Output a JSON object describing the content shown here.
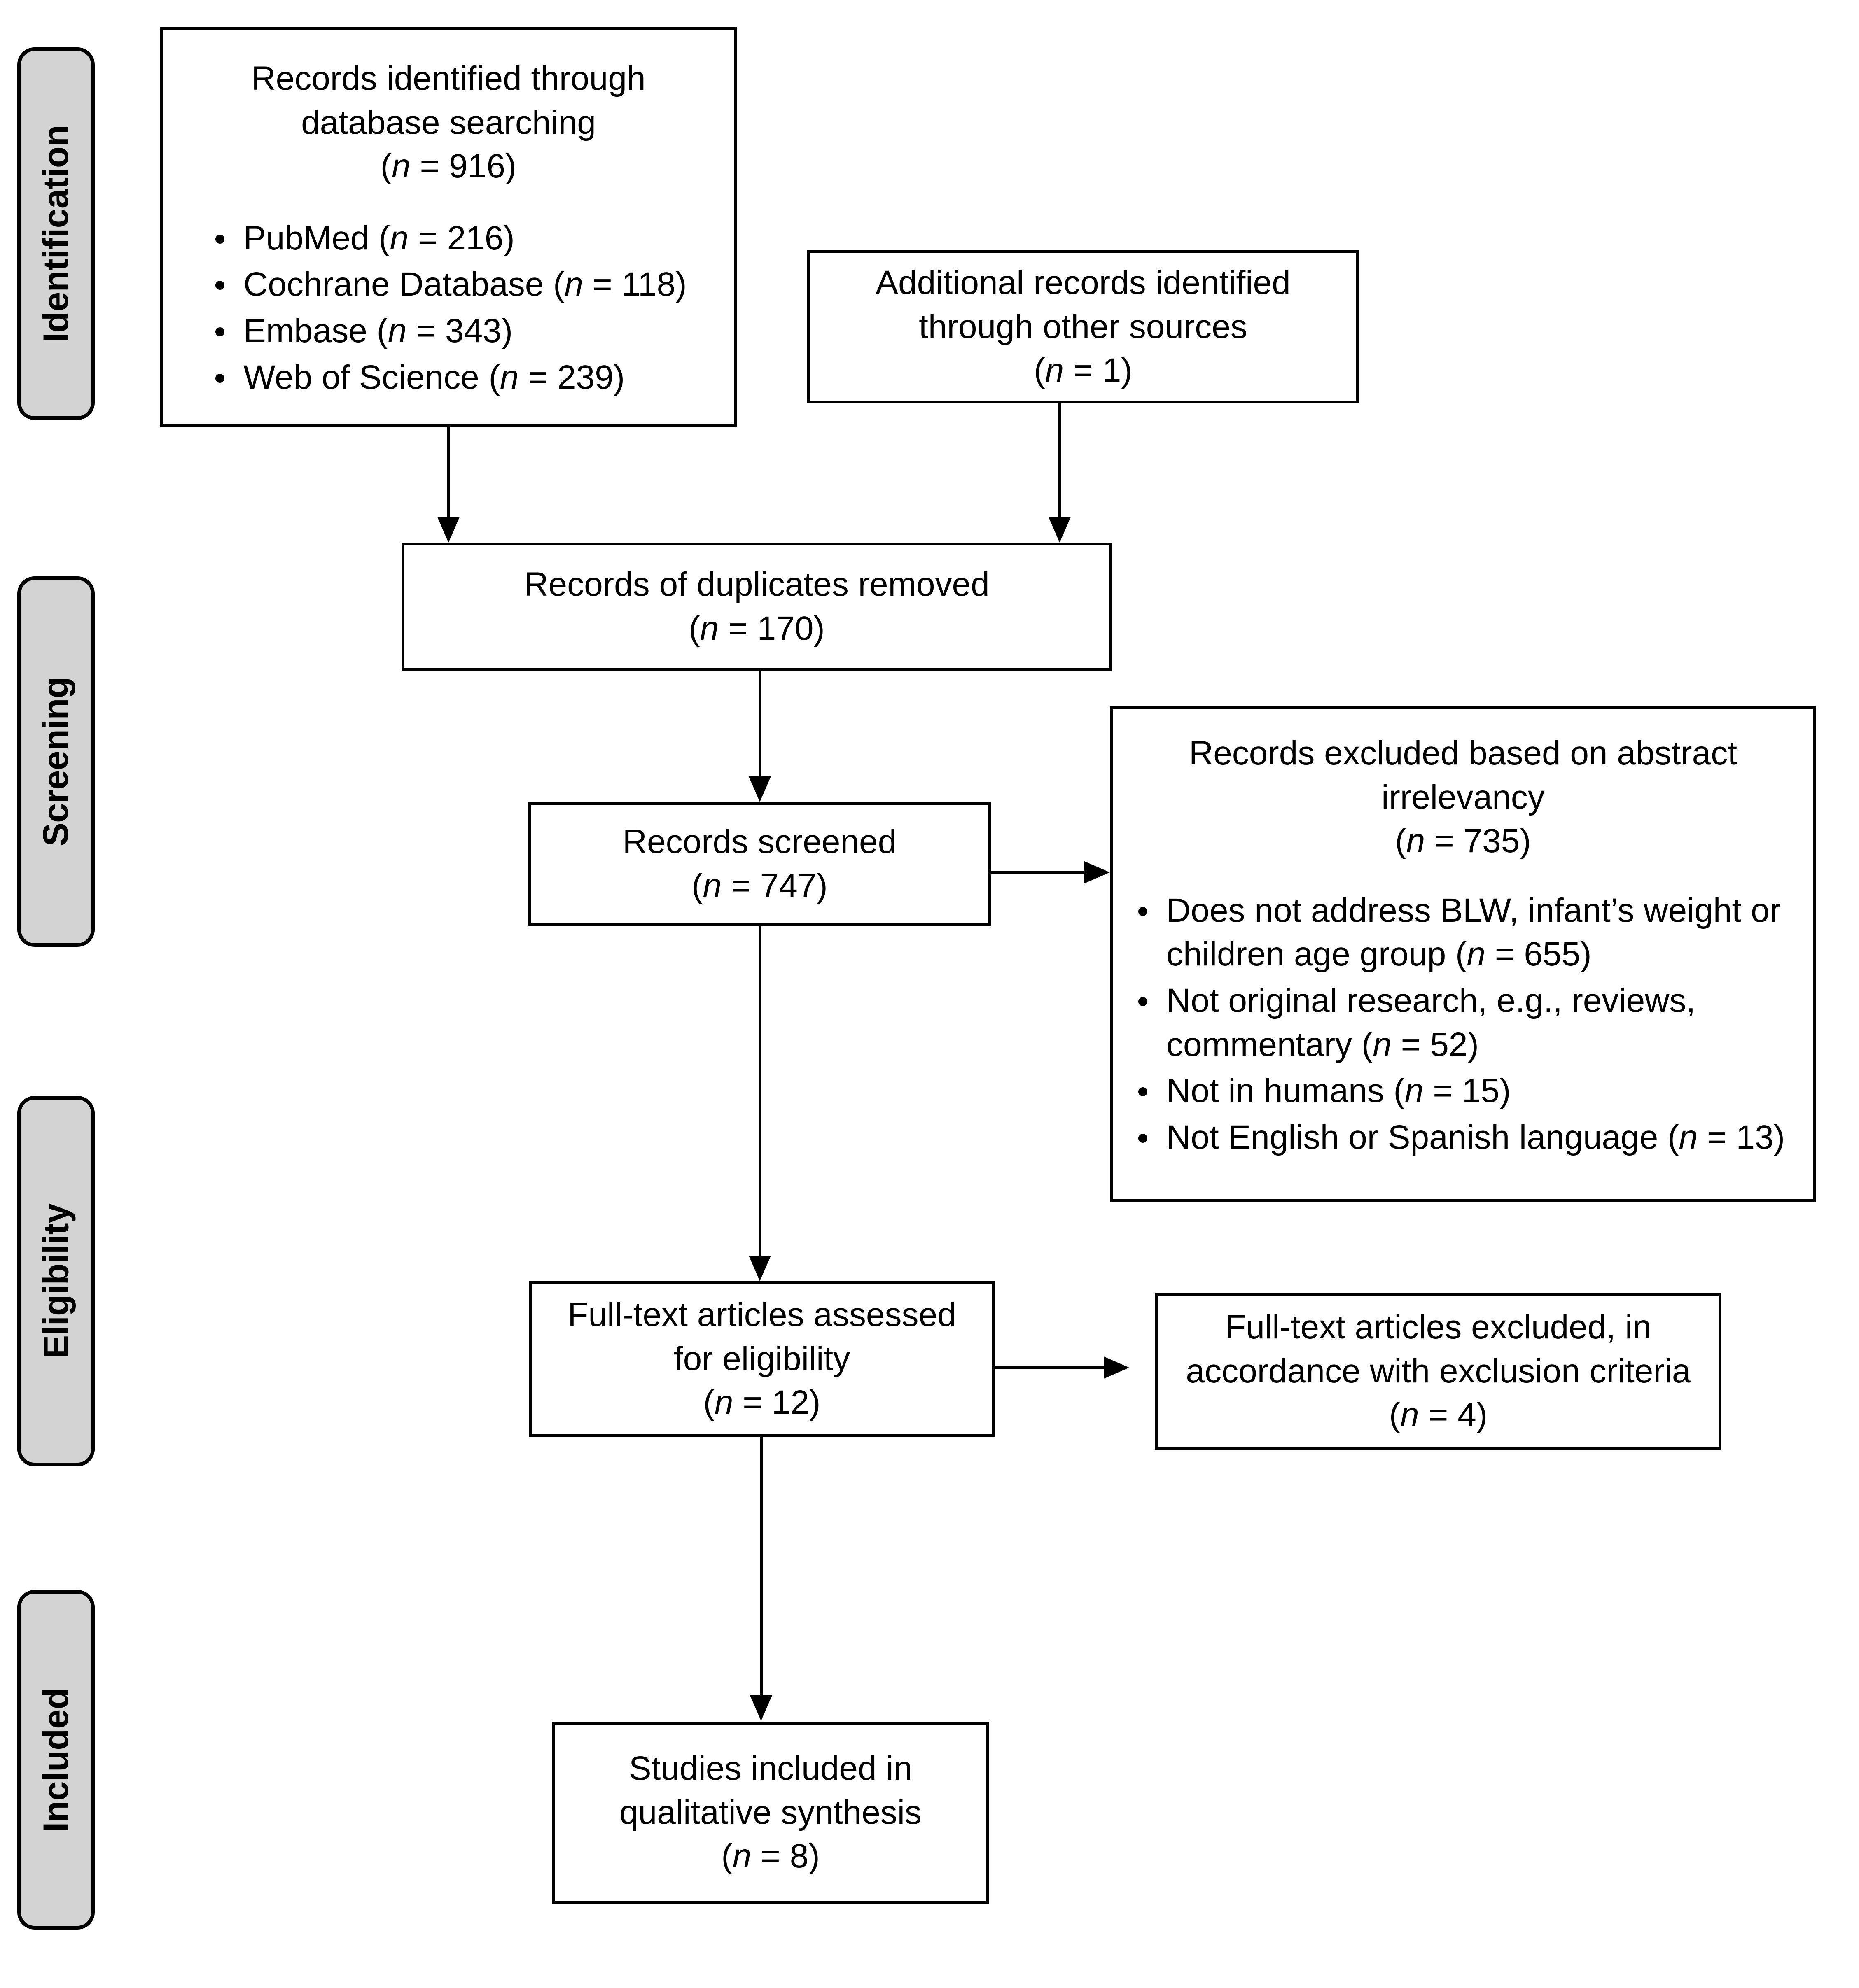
{
  "diagram": {
    "type": "prisma-flow-diagram",
    "stages": [
      {
        "id": "identification",
        "label": "Identification"
      },
      {
        "id": "screening",
        "label": "Screening"
      },
      {
        "id": "eligibility",
        "label": "Eligibility"
      },
      {
        "id": "included",
        "label": "Included"
      }
    ],
    "boxes": {
      "database_search": {
        "heading": "Records identified through\ndatabase searching\n(n = 916)",
        "sources": [
          "PubMed (n = 216)",
          "Cochrane Database (n = 118)",
          "Embase (n = 343)",
          "Web of Science (n = 239)"
        ]
      },
      "other_sources": {
        "heading": "Additional records identified\nthrough other sources\n(n = 1)"
      },
      "duplicates_removed": {
        "heading": "Records of duplicates removed\n(n = 170)"
      },
      "records_screened": {
        "heading": "Records screened\n(n = 747)"
      },
      "records_excluded": {
        "heading": "Records excluded based on abstract\nirrelevancy\n(n = 735)",
        "reasons": [
          "Does not address BLW, infant’s weight or children age group (n = 655)",
          "Not original research, e.g., reviews, commentary (n = 52)",
          "Not in humans (n = 15)",
          "Not English or Spanish language (n = 13)"
        ]
      },
      "fulltext_assessed": {
        "heading": "Full-text articles assessed\nfor eligibility\n(n = 12)"
      },
      "fulltext_excluded": {
        "heading": "Full-text articles excluded, in\naccordance with exclusion criteria\n(n = 4)"
      },
      "studies_included": {
        "heading": "Studies included in\nqualitative synthesis\n(n = 8)"
      }
    },
    "colors": {
      "stage_tab_fill": "#d3d3d3",
      "line": "#000000",
      "box_fill": "#ffffff"
    }
  }
}
